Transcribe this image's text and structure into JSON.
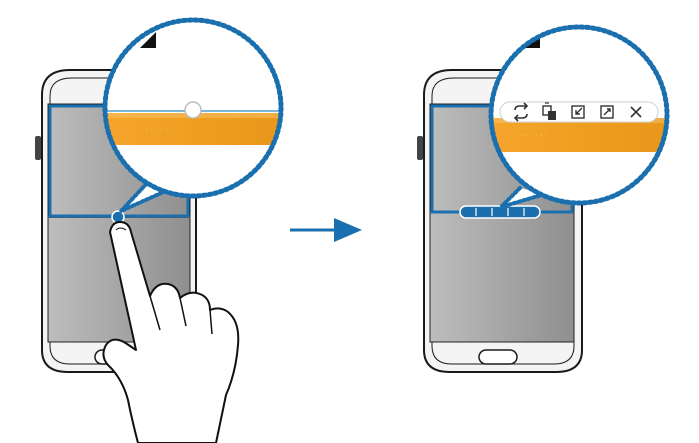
{
  "illustration": {
    "left_panel": {
      "subject": "phone",
      "state": "finger-on-divider-handle",
      "magnified_view": "window-divider-circle-handle"
    },
    "arrow": {
      "icon": "arrow-right-icon",
      "color": "#1a6fae"
    },
    "right_panel": {
      "subject": "phone",
      "state": "split-window-options-shown",
      "magnified_view": "window-options-bar",
      "option_icons": [
        "switch-windows-icon",
        "share-content-icon",
        "minimize-window-icon",
        "maximize-window-icon",
        "close-app-icon"
      ]
    }
  },
  "colors": {
    "accent_blue": "#1a6fae",
    "orange_bar": "#f0a32a",
    "screen_gray": "#a9a9a9",
    "outline": "#1a1a1a"
  }
}
